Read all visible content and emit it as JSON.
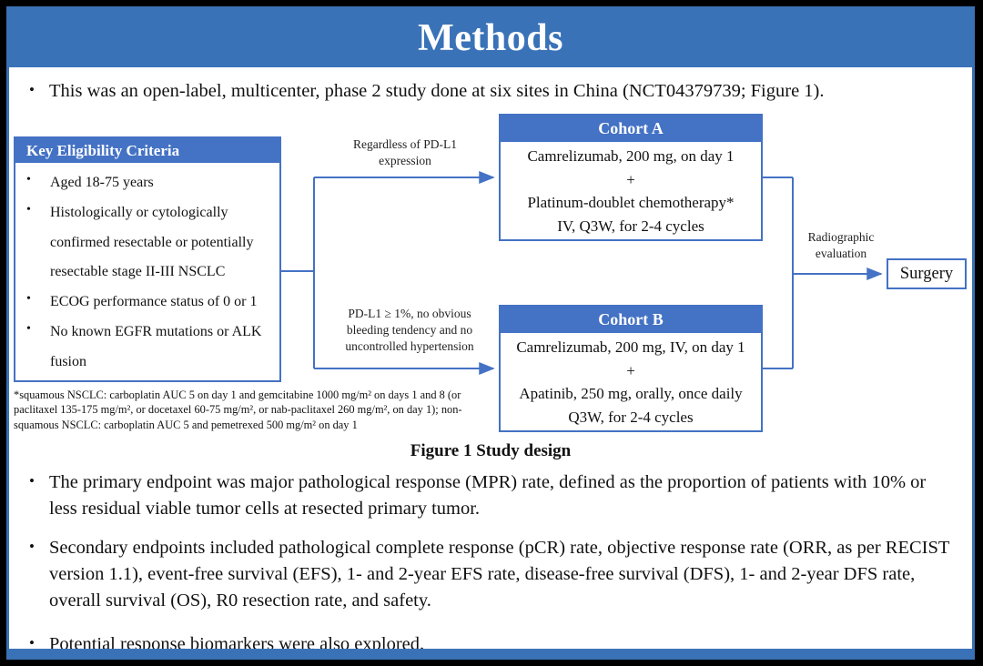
{
  "title": "Methods",
  "bullets": {
    "b1": "This was an open-label, multicenter, phase 2 study done at six sites in China (NCT04379739; Figure 1).",
    "b2": "The primary endpoint was major pathological response (MPR) rate, defined as the proportion of patients with 10% or less residual viable tumor cells at resected primary tumor.",
    "b3": "Secondary endpoints included pathological complete response (pCR) rate, objective response rate (ORR, as per RECIST version 1.1), event-free survival (EFS), 1- and 2-year EFS rate, disease-free survival (DFS), 1- and 2-year DFS rate, overall survival (OS), R0 resection rate, and safety.",
    "b4": "Potential response biomarkers were also explored."
  },
  "figure": {
    "eligibility": {
      "header": "Key  Eligibility Criteria",
      "items": [
        "Aged 18-75 years",
        "Histologically or cytologically confirmed resectable or potentially resectable stage II-III  NSCLC",
        "ECOG performance status of 0 or 1",
        "No known EGFR mutations or ALK fusion"
      ]
    },
    "arrow_top_label": "Regardless  of PD-L1 expression",
    "arrow_bottom_label": "PD-L1 ≥ 1%, no obvious bleeding tendency and no uncontrolled hypertension",
    "cohort_a": {
      "header": "Cohort A",
      "lines": [
        "Camrelizumab, 200 mg, on day 1",
        "+",
        "Platinum-doublet chemotherapy*",
        "IV, Q3W, for 2-4 cycles"
      ]
    },
    "cohort_b": {
      "header": "Cohort B",
      "lines": [
        "Camrelizumab, 200 mg, IV, on day 1",
        "+",
        "Apatinib, 250 mg, orally, once daily",
        "Q3W, for 2-4 cycles"
      ]
    },
    "radiographic_label": "Radiographic evaluation",
    "surgery_label": "Surgery",
    "footnote": "*squamous NSCLC: carboplatin AUC 5 on day 1 and gemcitabine 1000 mg/m² on days 1 and 8 (or paclitaxel 135-175 mg/m², or docetaxel 60-75 mg/m², or nab-paclitaxel 260 mg/m², on day 1); non-squamous NSCLC: carboplatin AUC 5 and pemetrexed 500 mg/m² on day 1",
    "caption": "Figure 1 Study design"
  },
  "colors": {
    "bar_blue": "#3a72b8",
    "accent_blue": "#4472c4"
  }
}
